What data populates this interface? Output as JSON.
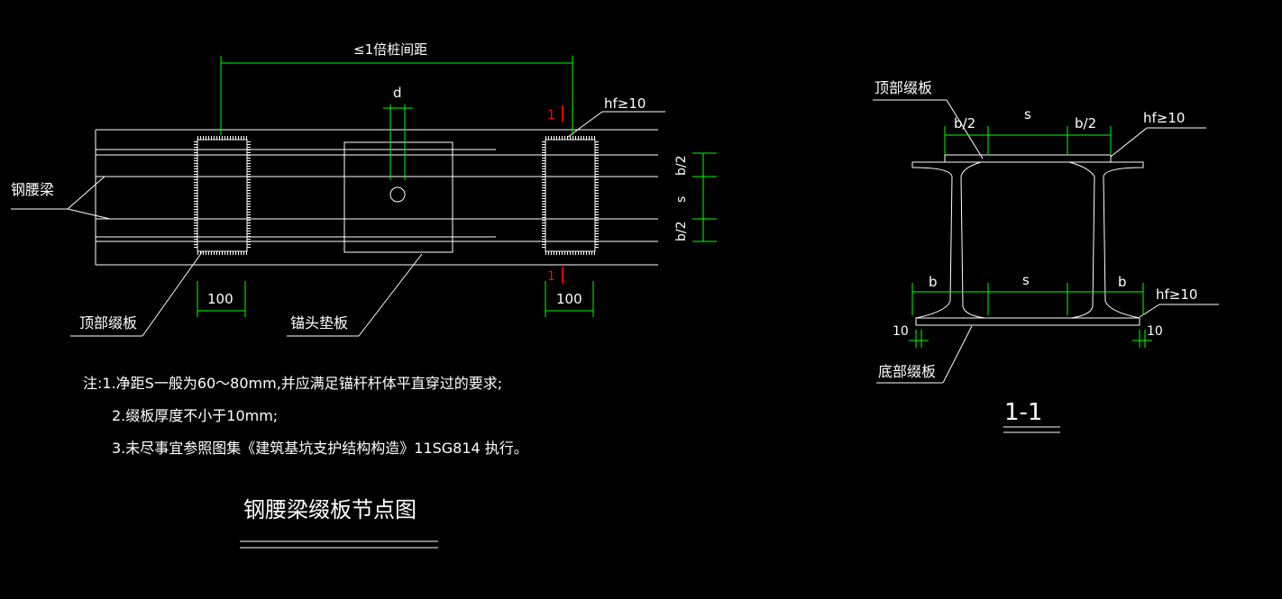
{
  "colors": {
    "background": "#000000",
    "line": "#ffffff",
    "dimension": "#00ff00",
    "section_mark": "#ff0000"
  },
  "plan": {
    "dim_top": "≤1倍桩间距",
    "dim_d": "d",
    "dim_hf": "hf≥10",
    "dim_b2_upper": "b/2",
    "dim_s": "s",
    "dim_b2_lower": "b/2",
    "section_mark_top": "1",
    "section_mark_bottom": "1",
    "dim_100_left": "100",
    "dim_100_right": "100",
    "label_beam": "钢腰梁",
    "label_top_plate": "顶部缀板",
    "label_anchor_plate": "锚头垫板"
  },
  "section": {
    "label_top_plate": "顶部缀板",
    "dim_b2_left": "b/2",
    "dim_s_top": "s",
    "dim_b2_right": "b/2",
    "dim_hf_top": "hf≥10",
    "dim_b_left": "b",
    "dim_s_bottom": "s",
    "dim_b_right": "b",
    "dim_hf_bottom": "hf≥10",
    "dim_10_left": "10",
    "dim_10_right": "10",
    "label_bottom_plate": "底部缀板",
    "title": "1-1"
  },
  "notes": {
    "line1": "注:1.净距S一般为60～80mm,并应满足锚杆杆体平直穿过的要求;",
    "line2": "2.缀板厚度不小于10mm;",
    "line3": "3.未尽事宜参照图集《建筑基坑支护结构构造》11SG814 执行。"
  },
  "drawing_title": "钢腰梁缀板节点图"
}
